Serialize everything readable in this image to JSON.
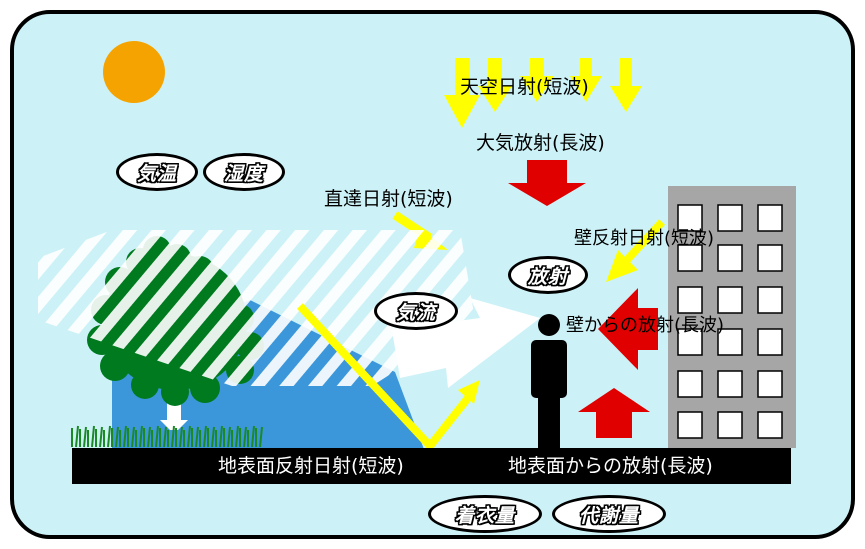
{
  "labels": {
    "sky_radiation": "天空日射(短波)",
    "atmospheric_radiation": "大気放射(長波)",
    "direct_solar": "直達日射(短波)",
    "wall_reflected_solar": "壁反射日射(短波)",
    "wall_radiation": "壁からの放射(長波)",
    "ground_reflected_solar": "地表面反射日射(短波)",
    "ground_radiation": "地表面からの放射(長波)"
  },
  "factors": {
    "air_temperature": "気温",
    "humidity": "湿度",
    "airflow": "気流",
    "radiation": "放射",
    "clothing": "着衣量",
    "metabolism": "代謝量"
  },
  "colors": {
    "sky": "#ccf2f7",
    "sun": "#f5a300",
    "solar_arrow": "#ffff00",
    "heat_arrow": "#e00000",
    "tree_canopy": "#007a1f",
    "shadow": "#3b97d9",
    "building": "#a6a6a6",
    "window": "#ffffff",
    "ground": "#000000"
  }
}
